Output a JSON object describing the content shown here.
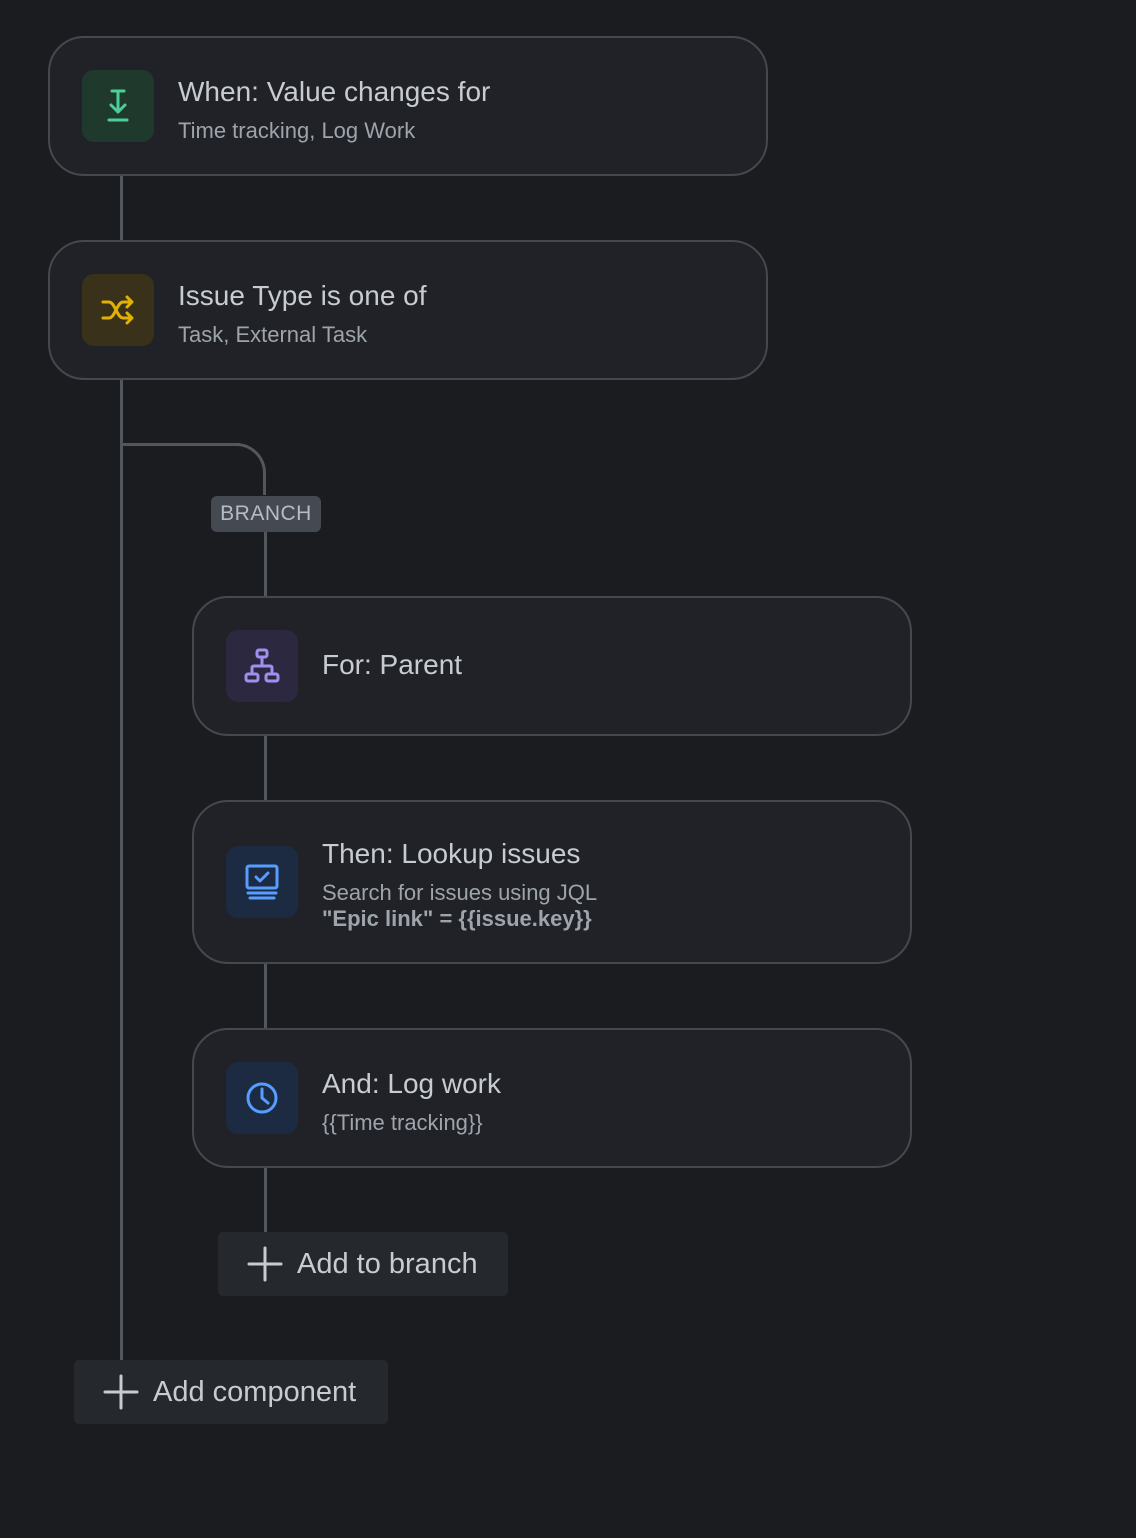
{
  "trigger": {
    "icon": "download-arrow-icon",
    "title": "When: Value changes for",
    "subtitle": "Time tracking, Log Work",
    "accent": "#4bce97"
  },
  "condition": {
    "icon": "shuffle-icon",
    "title": "Issue Type is one of",
    "subtitle": "Task, External Task",
    "accent": "#e2b203"
  },
  "branch": {
    "label": "BRANCH",
    "for_step": {
      "icon": "hierarchy-icon",
      "title": "For: Parent",
      "accent": "#9f8fef"
    },
    "lookup_step": {
      "icon": "monitor-check-icon",
      "title": "Then: Lookup issues",
      "subtitle": "Search for issues using JQL",
      "query": "\"Epic link\" = {{issue.key}}",
      "accent": "#579dff"
    },
    "log_step": {
      "icon": "clock-icon",
      "title": "And: Log work",
      "subtitle": "{{Time tracking}}",
      "accent": "#579dff"
    },
    "add_label": "Add to branch"
  },
  "add_component_label": "Add component"
}
